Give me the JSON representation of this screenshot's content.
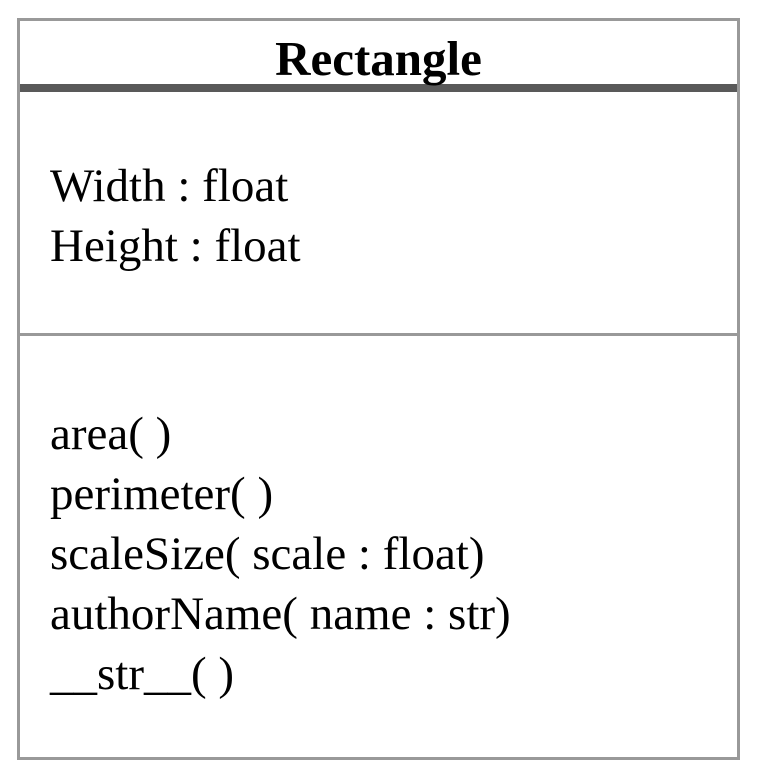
{
  "uml_class": {
    "name": "Rectangle",
    "attributes": [
      "Width : float",
      "Height : float"
    ],
    "methods": [
      "area( )",
      "perimeter( )",
      "scaleSize( scale : float)",
      "authorName( name : str)",
      "__str__( )"
    ]
  }
}
